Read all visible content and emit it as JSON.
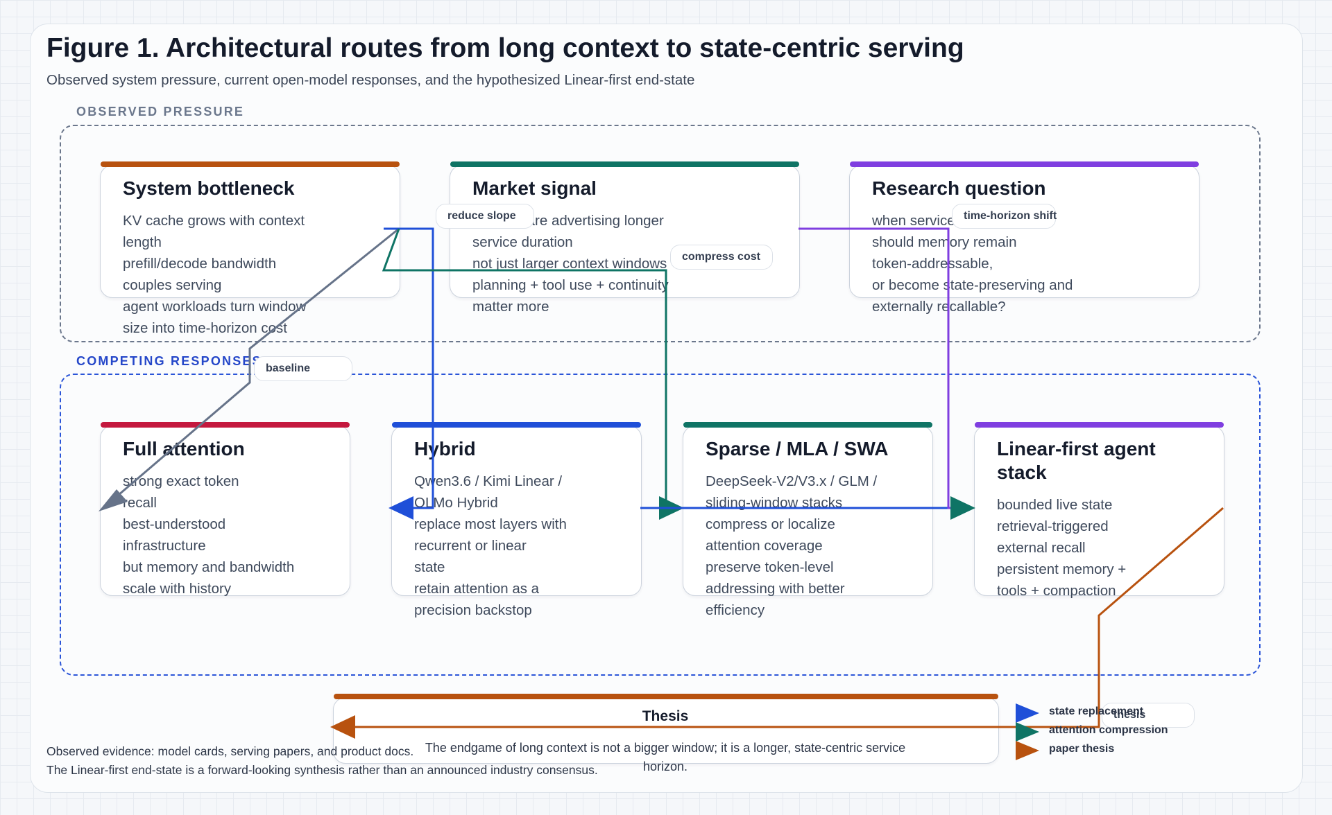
{
  "figure": {
    "title": "Figure 1. Architectural routes from long context to state-centric serving",
    "subtitle": "Observed system pressure, current open-model responses, and the hypothesized Linear-first end-state"
  },
  "groups": {
    "pressure": "OBSERVED PRESSURE",
    "competing": "COMPETING RESPONSES"
  },
  "cards": {
    "bottleneck": {
      "title": "System bottleneck",
      "accent": "#b8520f",
      "lines": [
        "KV cache grows with context",
        "length",
        "prefill/decode bandwidth",
        "couples serving",
        "agent workloads turn window",
        "size into time-horizon cost"
      ]
    },
    "market": {
      "title": "Market signal",
      "accent": "#0f7465",
      "lines": [
        "vendors are advertising longer",
        "service duration",
        "not just larger context windows",
        "planning + tool use + continuity",
        "matter more"
      ]
    },
    "research": {
      "title": "Research question",
      "accent": "#7f3ee0",
      "lines": [
        "when service horizon grows,",
        "should memory remain",
        "token-addressable,",
        "or become state-preserving and",
        "externally recallable?"
      ]
    },
    "full": {
      "title": "Full attention",
      "accent": "#c4183e",
      "lines": [
        "strong exact token",
        "recall",
        "best-understood",
        "infrastructure",
        "but memory and bandwidth",
        "scale with history"
      ]
    },
    "hybrid": {
      "title": "Hybrid",
      "accent": "#1f4fd8",
      "lines": [
        "Qwen3.6 / Kimi Linear /",
        "OLMo Hybrid",
        "replace most layers with",
        "recurrent or linear",
        "state",
        "retain attention as a",
        "precision backstop"
      ]
    },
    "sparse": {
      "title": "Sparse / MLA / SWA",
      "accent": "#0f7465",
      "lines": [
        "DeepSeek-V2/V3.x / GLM /",
        "sliding-window stacks",
        "compress or localize",
        "attention coverage",
        "preserve token-level",
        "addressing with better",
        "efficiency"
      ]
    },
    "linear": {
      "title": "Linear-first agent stack",
      "title_lines": [
        "Linear-first agent",
        "stack"
      ],
      "accent": "#7f3ee0",
      "lines": [
        "bounded live state",
        "retrieval-triggered",
        "external recall",
        "persistent memory +",
        "tools + compaction"
      ]
    }
  },
  "edge_labels": {
    "reduce_slope": "reduce slope",
    "compress_cost": "compress cost",
    "time_horizon": "time-horizon shift",
    "baseline": "baseline",
    "thesis": "thesis"
  },
  "thesis": {
    "title": "Thesis",
    "body": "The endgame of long context is not a bigger window; it is a longer, state-centric service horizon.",
    "accent": "#b8520f"
  },
  "legend": [
    {
      "label": "state replacement",
      "color": "#1f4fd8"
    },
    {
      "label": "attention compression",
      "color": "#0f7465"
    },
    {
      "label": "paper thesis",
      "color": "#b8520f"
    }
  ],
  "footnote": {
    "line1": "Observed evidence: model cards, serving papers, and product docs.",
    "line2": "The Linear-first end-state is a forward-looking synthesis rather than an announced industry consensus."
  },
  "colors": {
    "state_replacement": "#1f4fd8",
    "attention_compression": "#0f7465",
    "time_horizon": "#7f3ee0",
    "baseline": "#667389",
    "thesis": "#b8520f"
  }
}
